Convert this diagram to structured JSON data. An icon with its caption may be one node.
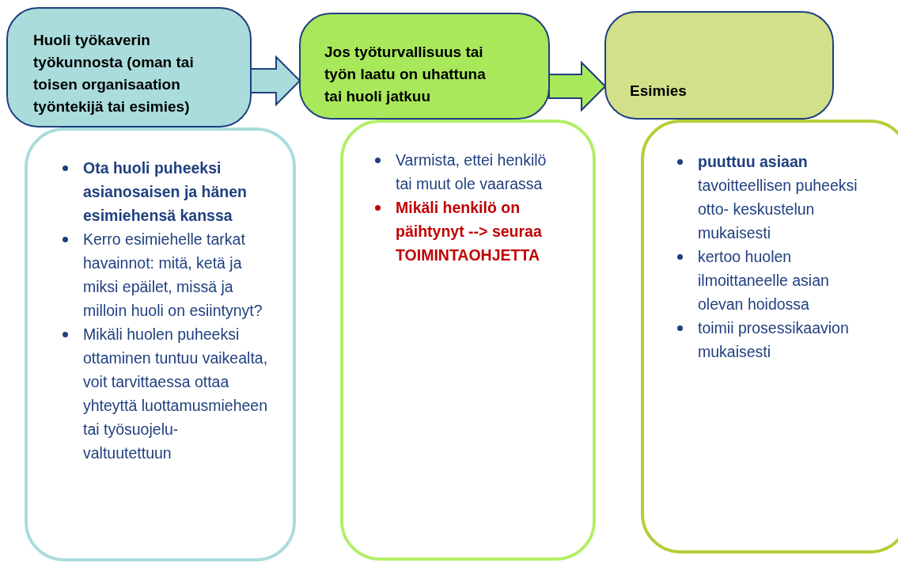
{
  "diagram": {
    "nodes": [
      {
        "text": [
          "Huoli työkaverin työkunnosta (oman tai toisen organisaation työntekijä tai esimies)"
        ]
      },
      {
        "text": [
          "Jos työturvallisuus tai työn laatu on uhattuna tai huoli jatkuu"
        ]
      },
      {
        "text": [
          "Esimies"
        ]
      },
      {
        "text": [
          "Ota huoli puheeksi asianosaisen ja hänen esimiehensä kanssa",
          "Kerro esimiehelle tarkat havainnot: mitä, ketä ja miksi epäilet, missä ja milloin huoli on esiintynyt?",
          "Mikäli huolen puheeksi ottaminen tuntuu vaikealta, voit tarvittaessa ottaa yhteyttä luottamusmieheen tai työsuojelu- valtuutettuun"
        ]
      },
      {
        "text": [
          "Varmista, ettei henkilö tai muut ole vaarassa",
          "Mikäli henkilö on päihtynyt --> seuraa TOIMINTAOHJETTA"
        ]
      },
      {
        "text": [
          "**puuttuu asiaan** tavoitteellisen puheeksi otto- keskustelun mukaisesti",
          "kertoo huolen ilmoittaneelle asian olevan hoidossa",
          "toimii prosessikaavion mukaisesti"
        ]
      }
    ],
    "edges": [
      {
        "from": 0,
        "to": 1,
        "arrow": "to",
        "color": "#aadcdc"
      },
      {
        "from": 1,
        "to": 2,
        "arrow": "to",
        "color": "#a8e85a"
      }
    ]
  }
}
